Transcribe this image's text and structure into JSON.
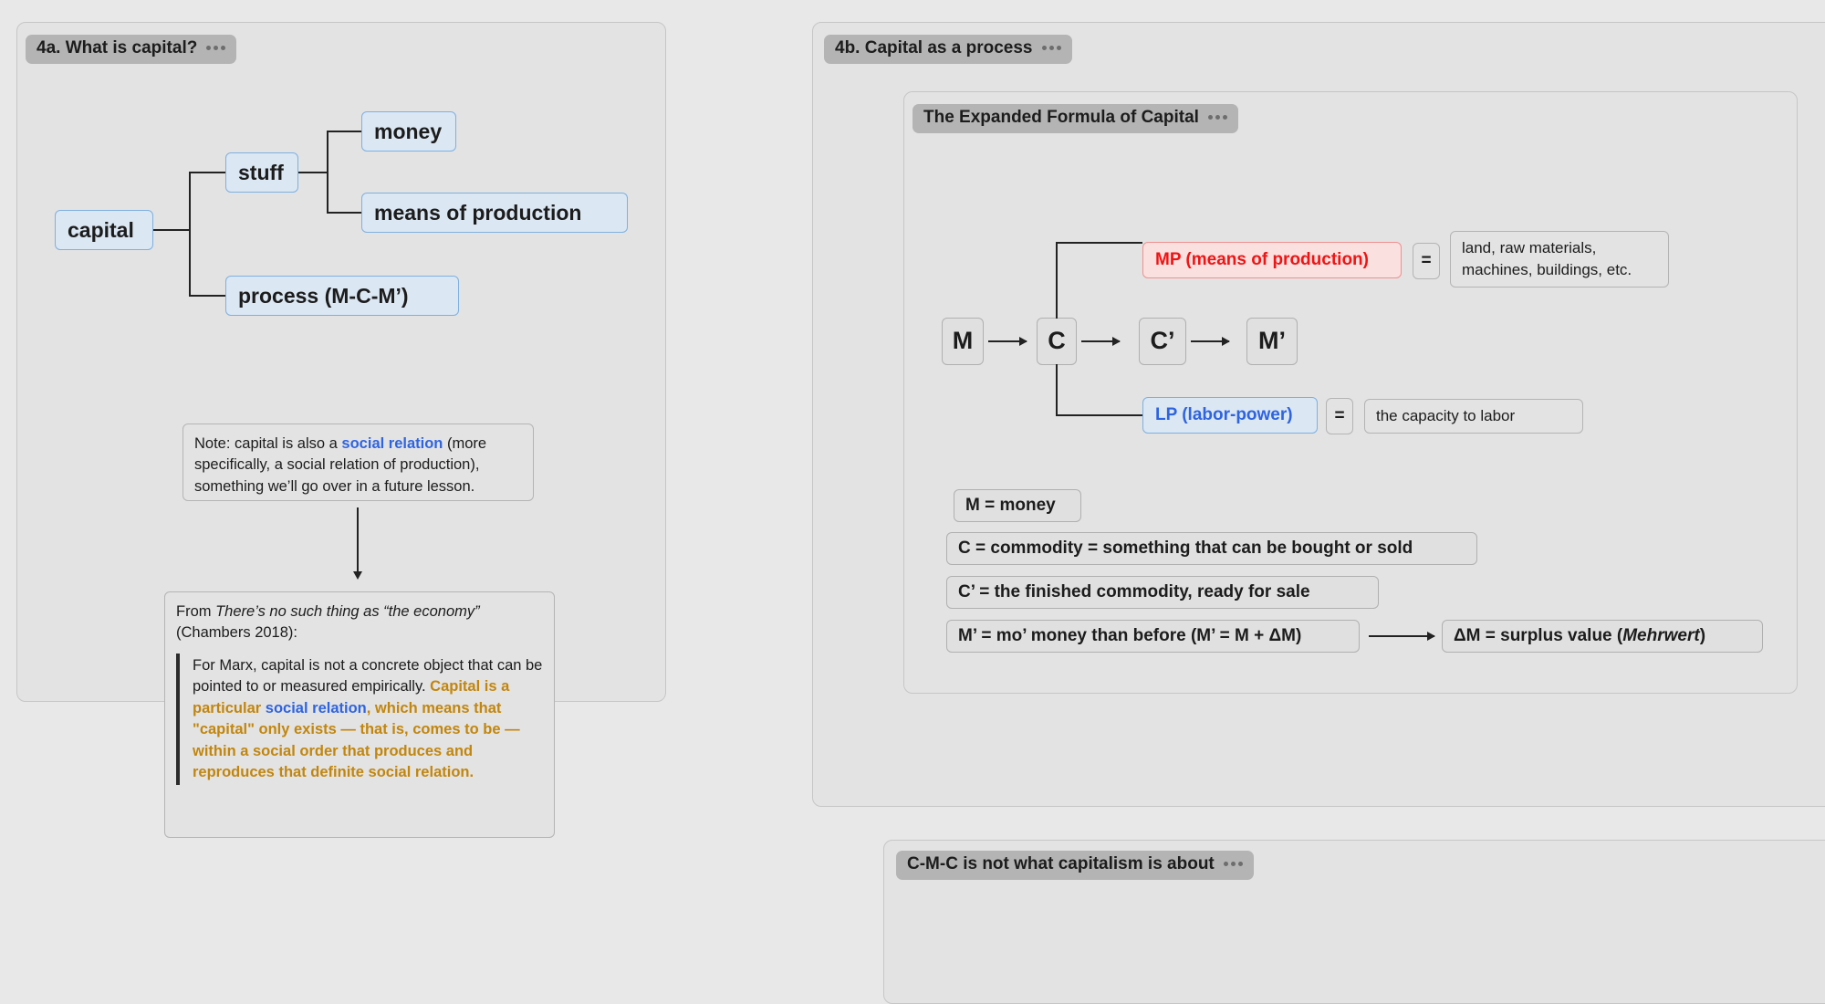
{
  "canvas": {
    "background_color": "#e8e8e8"
  },
  "panels": {
    "left": {
      "label": "4a. What is capital?",
      "menu_icon": "ellipsis-icon"
    },
    "right": {
      "label": "4b. Capital as a process",
      "menu_icon": "ellipsis-icon"
    },
    "formula": {
      "label": "The Expanded Formula of Capital",
      "menu_icon": "ellipsis-icon"
    },
    "bottom": {
      "label": "C-M-C is not what capitalism is about",
      "menu_icon": "ellipsis-icon"
    }
  },
  "mindmap": {
    "root": "capital",
    "branch_stuff": "stuff",
    "leaf_money": "money",
    "leaf_mop": "means of production",
    "branch_process": "process (M-C-M’)"
  },
  "note": {
    "prefix": "Note: capital is also a ",
    "link": "social relation",
    "suffix": " (more specifically, a social relation of production), something we’ll go over in a future lesson."
  },
  "source": {
    "lead": "From ",
    "title": "There’s no such thing as “the economy”",
    "citation": " (Chambers 2018):",
    "quote_plain_1": "For Marx, capital is not a concrete object that can be pointed to or measured empirically. ",
    "quote_gold_1": "Capital is a particular ",
    "quote_blue": "social relation",
    "quote_gold_2": ", which means that \"capital\" only exists — that is, comes to be — within a social order that produces and reproduces that definite social relation."
  },
  "formula_diagram": {
    "m": "M",
    "c": "C",
    "c_prime": "C’",
    "m_prime": "M’",
    "mp_label": "MP (means of production)",
    "mp_equals": "=",
    "mp_value": "land, raw materials, machines, buildings, etc.",
    "lp_label": "LP (labor-power)",
    "lp_equals": "=",
    "lp_value": "the capacity to labor"
  },
  "legend": {
    "m": "M = money",
    "c": "C = commodity = something that can be bought or sold",
    "c_prime": "C’ = the finished commodity, ready for sale",
    "m_prime": "M’ = mo’ money than before (M’ = M + ΔM)",
    "delta_m_prefix": "ΔM = surplus value (",
    "delta_m_italic": "Mehrwert",
    "delta_m_suffix": ")"
  },
  "colors": {
    "accent_blue": "#2f64e0",
    "accent_gold": "#c2860d",
    "accent_red": "#f01414",
    "node_blue_fill": "#dbe7f3",
    "node_blue_border": "#7fb0e0",
    "panel_fill": "#e3e3e3",
    "label_fill": "#b4b4b4"
  }
}
